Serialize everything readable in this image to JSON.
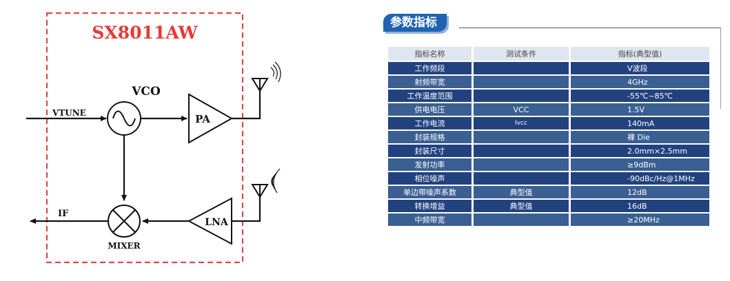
{
  "diagram": {
    "chip_title": "SX8011AW",
    "vco_label": "VCO",
    "vtune_label": "VTUNE",
    "pa_label": "PA",
    "lna_label": "LNA",
    "if_label": "IF",
    "mixer_label": "MIXER"
  },
  "section": {
    "title": "参数指标"
  },
  "table": {
    "headers": [
      "指标名称",
      "测试条件",
      "指标(典型值)"
    ],
    "rows": [
      [
        "工作频段",
        "",
        "V波段"
      ],
      [
        "射频带宽",
        "",
        "4GHz"
      ],
      [
        "工作温度范围",
        "",
        "-55℃~85℃"
      ],
      [
        "供电电压",
        "VCC",
        "1.5V"
      ],
      [
        "工作电流",
        "Ivcc",
        "140mA"
      ],
      [
        "封装规格",
        "",
        "裸 Die"
      ],
      [
        "封装尺寸",
        "",
        "2.0mm×2.5mm"
      ],
      [
        "发射功率",
        "",
        "≥9dBm"
      ],
      [
        "相位噪声",
        "",
        "-90dBc/Hz@1MHz"
      ],
      [
        "单边带噪声系数",
        "典型值",
        "12dB"
      ],
      [
        "转换增益",
        "典型值",
        "16dB"
      ],
      [
        "中频带宽",
        "",
        "≥20MHz"
      ]
    ]
  }
}
